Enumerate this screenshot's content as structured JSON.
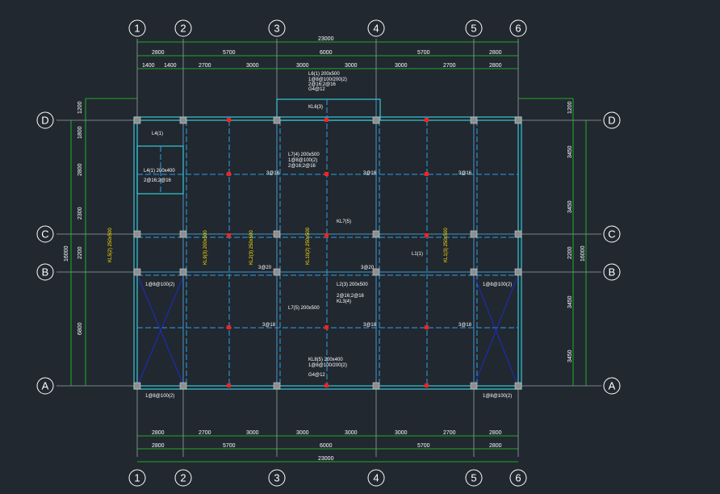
{
  "axes_x": [
    "1",
    "2",
    "3",
    "4",
    "5",
    "6"
  ],
  "axes_y": [
    "D",
    "C",
    "B",
    "A"
  ],
  "dims_top_overall": "23000",
  "dims_top_row1": [
    "2800",
    "5700",
    "6000",
    "5700",
    "2800"
  ],
  "dims_top_row2": [
    "1400",
    "1400",
    "2700",
    "3000",
    "3000",
    "3000",
    "3000",
    "2700",
    "2800"
  ],
  "dims_bottom_row1": [
    "2800",
    "2700",
    "3000",
    "3000",
    "3000",
    "3000",
    "2700",
    "2800"
  ],
  "dims_bottom_row2": [
    "2800",
    "5700",
    "6000",
    "5700",
    "2800"
  ],
  "dims_bottom_overall": "23000",
  "dims_left_detail": [
    "1200",
    "1800",
    "2800",
    "2300",
    "2200",
    "6800"
  ],
  "dims_left_overall": "16000",
  "dims_right_detail": [
    "1200",
    "3450",
    "3450",
    "2200",
    "3450",
    "3450"
  ],
  "dims_right_overall": "16000",
  "beam_labels_white": [
    "L6(1) 200x500",
    "1@8@100/200(2)",
    "2@16;2@16",
    "G4@12",
    "KL6(3)",
    "L4(1)",
    "L4(1) 200x400",
    "2@16;2@16",
    "L7(4) 200x500",
    "1@8@100(2)",
    "2@16;2@16",
    "KL7(5)",
    "L7(5) 200x500",
    "L2(3) 200x500",
    "2@16;2@16",
    "KL3(4)",
    "KL8(5) 200x400",
    "1@8@100/200(2)",
    "G4@12",
    "L1(1)"
  ],
  "beam_labels_yellow": [
    "KL5(2) 250x500",
    "KL9(3) 200x500",
    "KL2(3) 250x500",
    "KL10(2) 250x500",
    "KL1(3) 250x500"
  ],
  "rebar_marks": [
    "3@16",
    "3@18",
    "3@20",
    "1@8@100(2)"
  ]
}
